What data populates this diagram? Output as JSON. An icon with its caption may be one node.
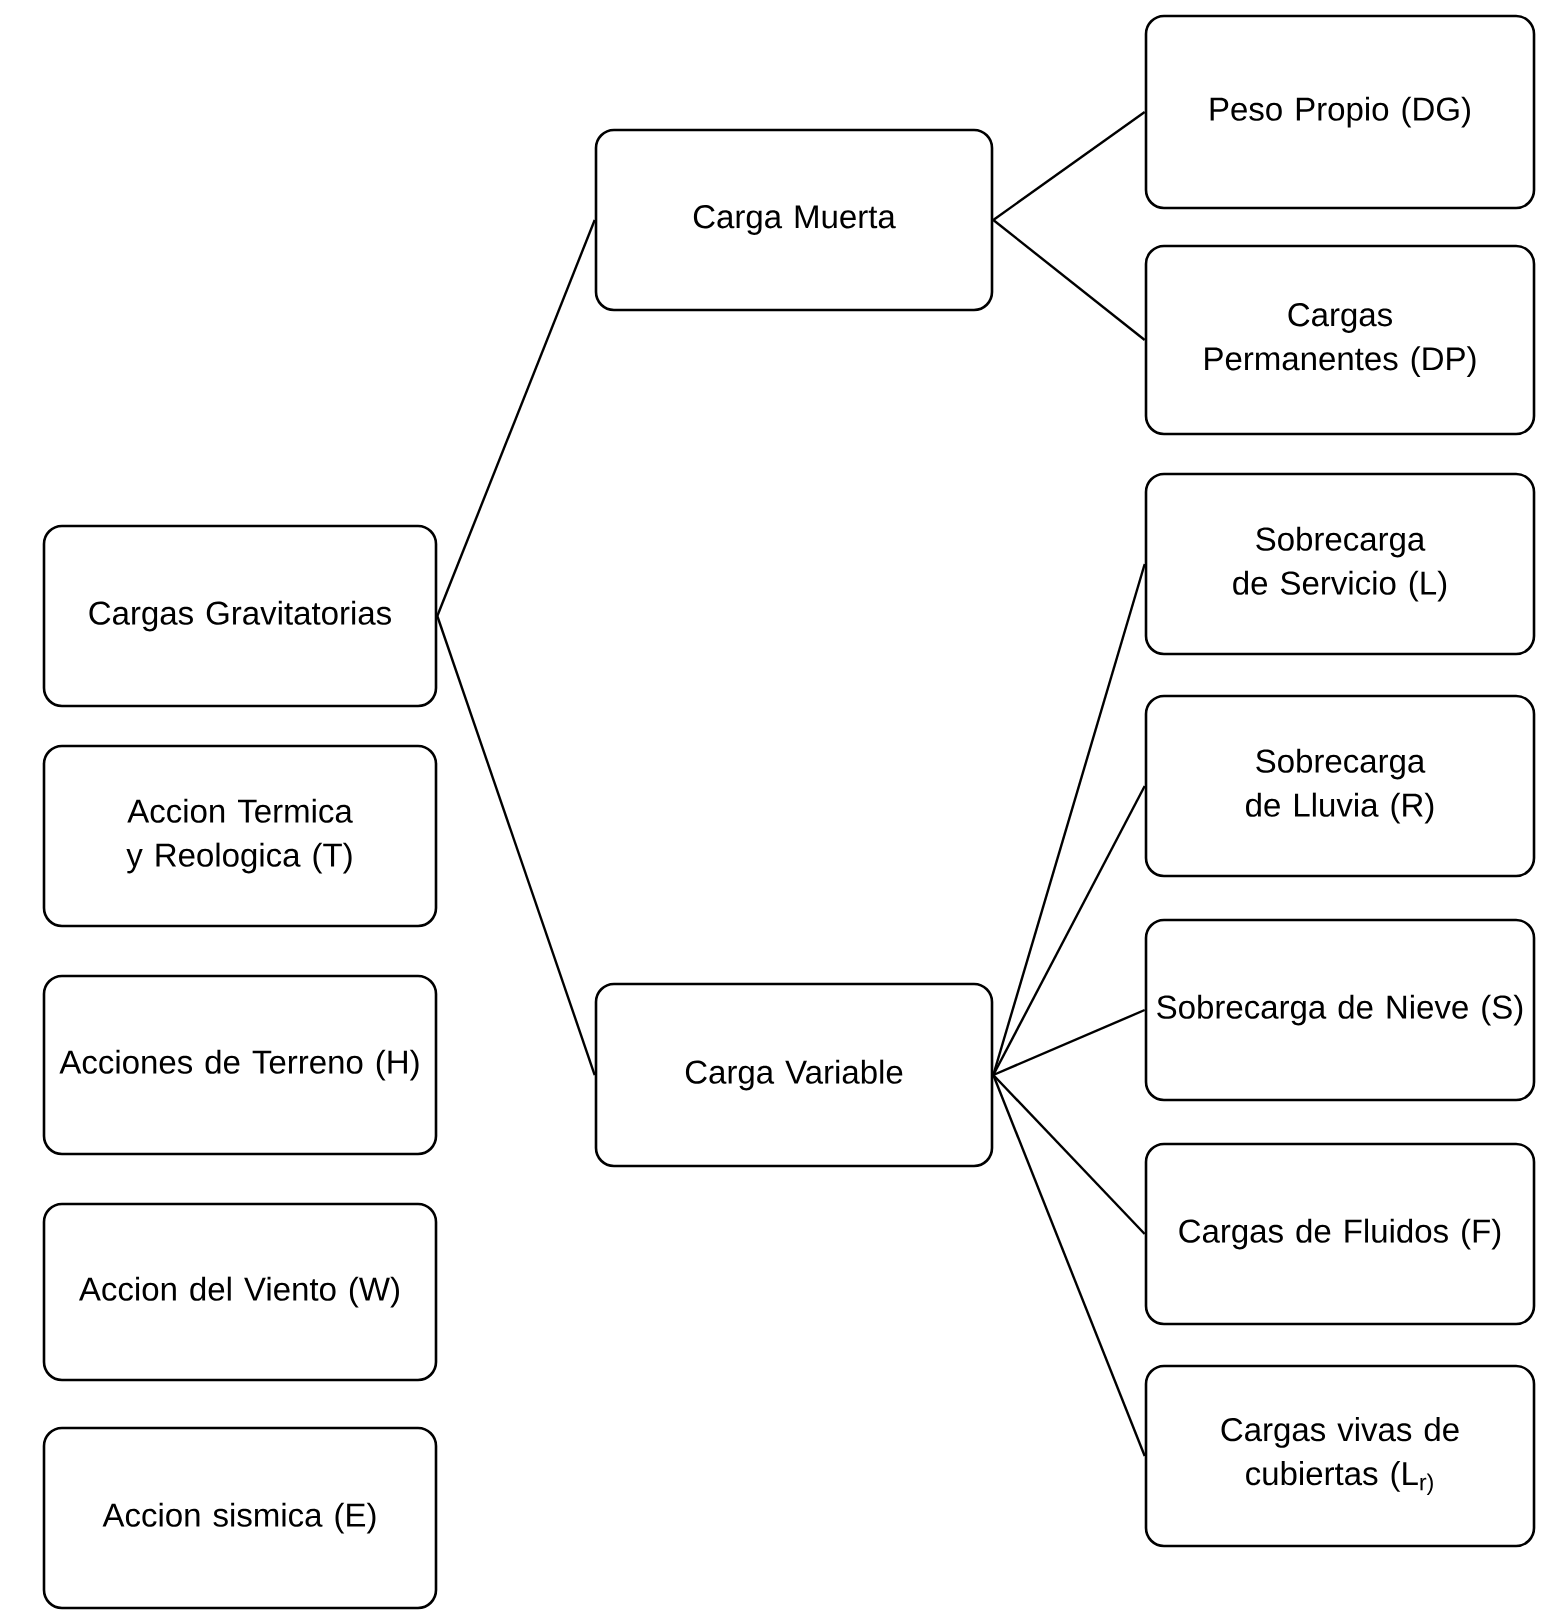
{
  "diagram": {
    "nodes": [
      {
        "text": [
          "Cargas Gravitatorias"
        ]
      },
      {
        "text": [
          "Accion Termica y Reologica (T)"
        ]
      },
      {
        "text": [
          "Acciones de Terreno (H)"
        ]
      },
      {
        "text": [
          "Accion del Viento (W)"
        ]
      },
      {
        "text": [
          "Accion sismica (E)"
        ]
      },
      {
        "text": [
          "Carga Muerta"
        ]
      },
      {
        "text": [
          "Carga Variable"
        ]
      },
      {
        "text": [
          "Peso Propio (DG)"
        ]
      },
      {
        "text": [
          "Cargas Permanentes (DP)"
        ]
      },
      {
        "text": [
          "Sobrecarga de Servicio (L)"
        ]
      },
      {
        "text": [
          "Sobrecarga de Lluvia (R)"
        ]
      },
      {
        "text": [
          "Sobrecarga de Nieve (S)"
        ]
      },
      {
        "text": [
          "Cargas de Fluidos (F)"
        ]
      },
      {
        "text": [
          "Cargas vivas de cubiertas (L$_{r)}$"
        ]
      }
    ],
    "edges": [
      {
        "from": 0,
        "to": 5,
        "arrow": "none"
      },
      {
        "from": 0,
        "to": 6,
        "arrow": "none"
      },
      {
        "from": 5,
        "to": 7,
        "arrow": "none"
      },
      {
        "from": 5,
        "to": 8,
        "arrow": "none"
      },
      {
        "from": 6,
        "to": 9,
        "arrow": "none"
      },
      {
        "from": 6,
        "to": 10,
        "arrow": "none"
      },
      {
        "from": 6,
        "to": 11,
        "arrow": "none"
      },
      {
        "from": 6,
        "to": 12,
        "arrow": "none"
      },
      {
        "from": 6,
        "to": 13,
        "arrow": "none"
      }
    ]
  }
}
